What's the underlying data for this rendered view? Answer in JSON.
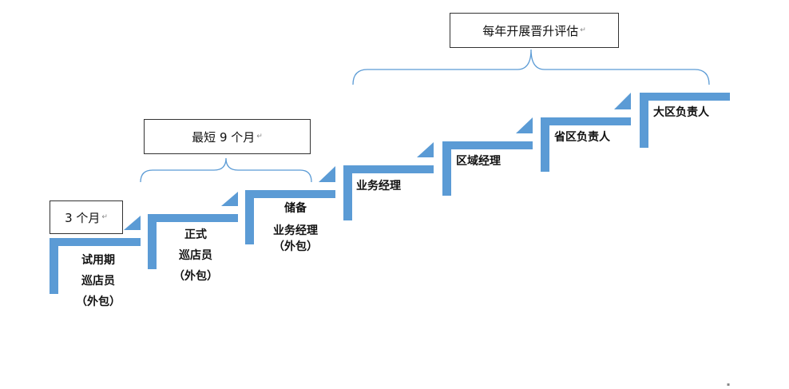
{
  "colors": {
    "step": "#5b9bd5",
    "bracket": "#5b9bd5",
    "box_border": "#333333"
  },
  "return_mark": "↵",
  "notes": {
    "three_months": "3 个月",
    "min_nine_months": "最短 9 个月",
    "annual_review": "每年开展晋升评估"
  },
  "steps": [
    {
      "lines": [
        "试用期",
        "巡店员",
        "（外包）"
      ]
    },
    {
      "lines": [
        "正式",
        "巡店员",
        "（外包）"
      ]
    },
    {
      "lines": [
        "储备",
        "业务经理",
        "（外包）"
      ]
    },
    {
      "lines": [
        "业务经理"
      ]
    },
    {
      "lines": [
        "区域经理"
      ]
    },
    {
      "lines": [
        "省区负责人"
      ]
    },
    {
      "lines": [
        "大区负责人"
      ]
    }
  ]
}
